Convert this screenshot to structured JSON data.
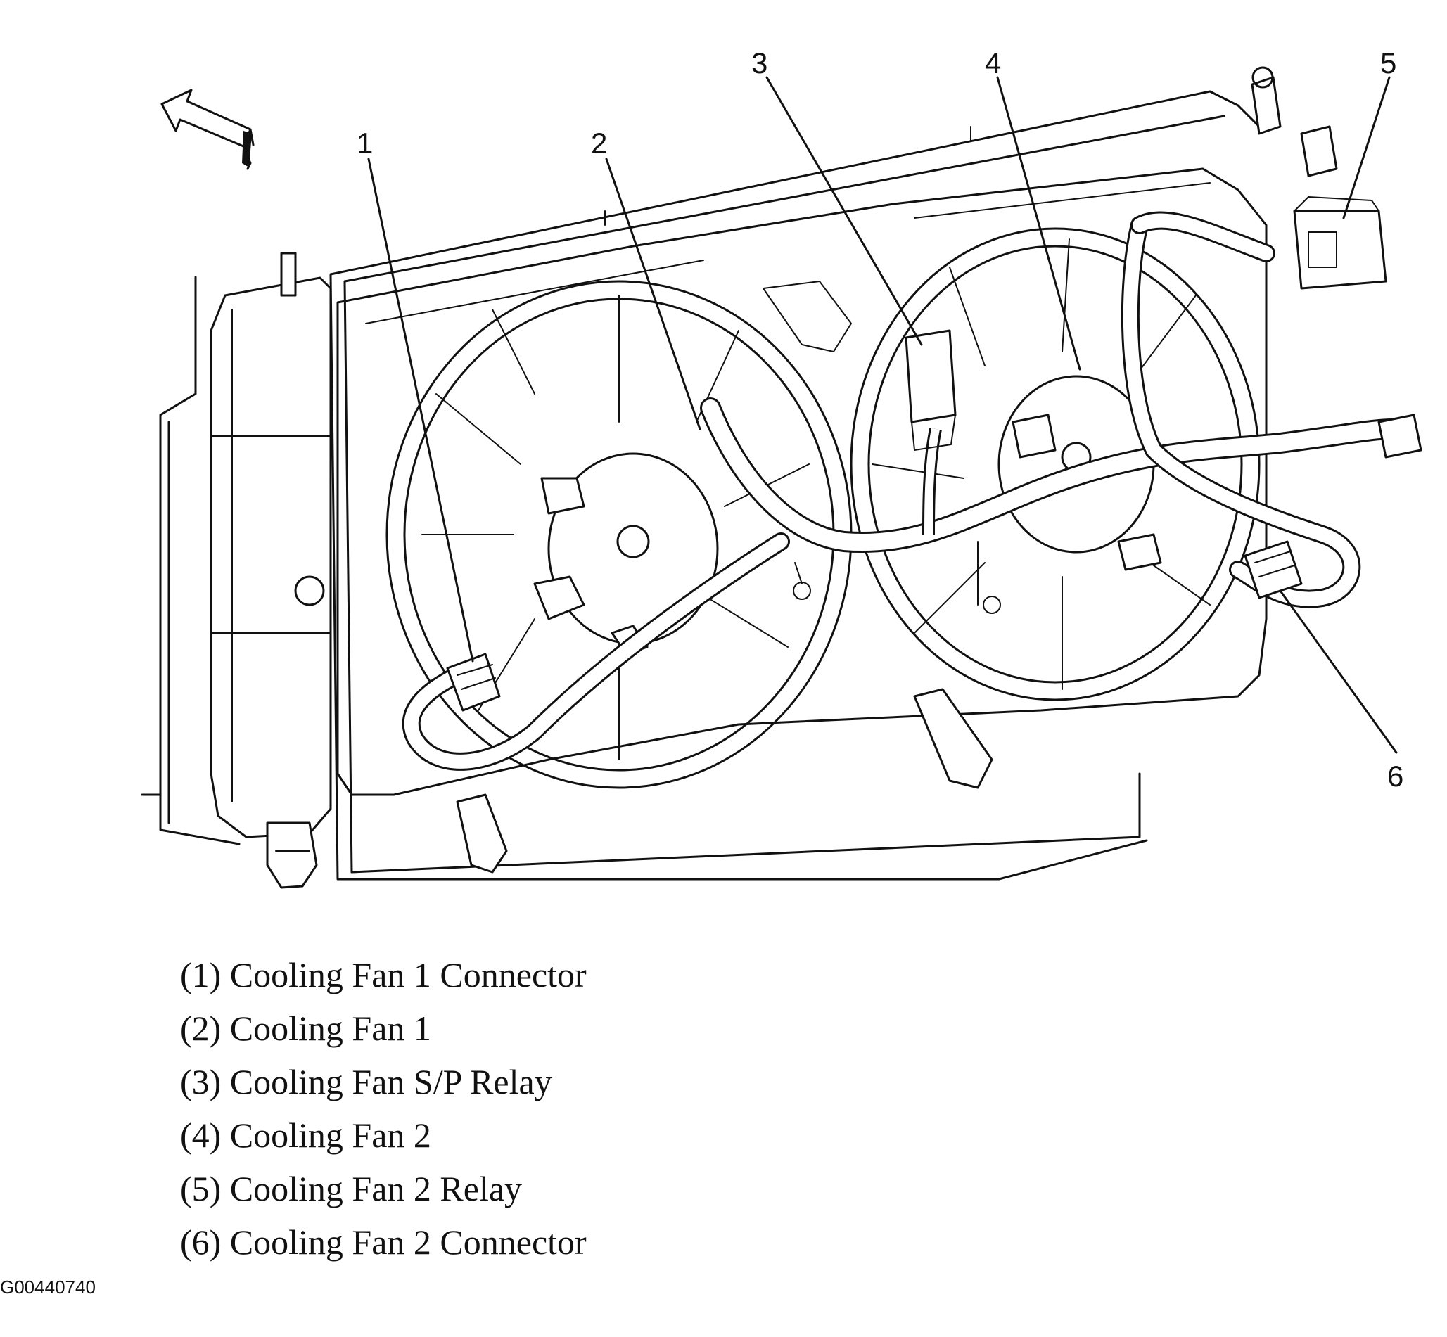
{
  "callouts": [
    {
      "num": "1"
    },
    {
      "num": "2"
    },
    {
      "num": "3"
    },
    {
      "num": "4"
    },
    {
      "num": "5"
    },
    {
      "num": "6"
    }
  ],
  "legend": [
    "(1) Cooling Fan 1 Connector",
    "(2) Cooling Fan 1",
    "(3) Cooling Fan S/P Relay",
    "(4) Cooling Fan 2",
    "(5) Cooling Fan 2 Relay",
    "(6) Cooling Fan 2 Connector"
  ],
  "figure_id": "G00440740",
  "icons": [
    "direction-arrow-icon"
  ],
  "colors": {
    "ink": "#111111",
    "background": "#ffffff"
  }
}
